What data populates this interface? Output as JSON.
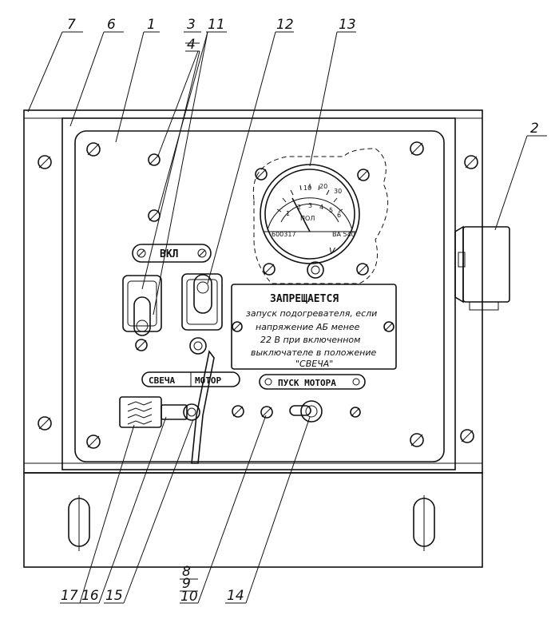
{
  "callouts": {
    "c1": "1",
    "c2": "2",
    "c3": "3",
    "c4": "4",
    "c6": "6",
    "c7": "7",
    "c8": "8",
    "c9": "9",
    "c10": "10",
    "c11": "11",
    "c12": "12",
    "c13": "13",
    "c14": "14",
    "c15": "15",
    "c16": "16",
    "c17": "17"
  },
  "labels": {
    "vkl": "ВКЛ",
    "svecha": "СВЕЧА",
    "motor": "МОТОР",
    "pusk_motora": "ПУСК МОТОРА"
  },
  "warning_plate": {
    "title": "ЗАПРЕЩАЕТСЯ",
    "line1": "запуск подогревателя, если",
    "line2": "напряжение АБ менее",
    "line3": "22 В при включенном",
    "line4": "выключателе в положение",
    "line5": "\"СВЕЧА\""
  },
  "gauge": {
    "left_code": "600317",
    "right_code": "ВА 540",
    "center_text": "ПОЛ",
    "v_label": "V",
    "scale_top": [
      "10",
      "20",
      "30"
    ],
    "scale_mid": [
      "1",
      "2",
      "3",
      "4",
      "5",
      "6"
    ]
  }
}
